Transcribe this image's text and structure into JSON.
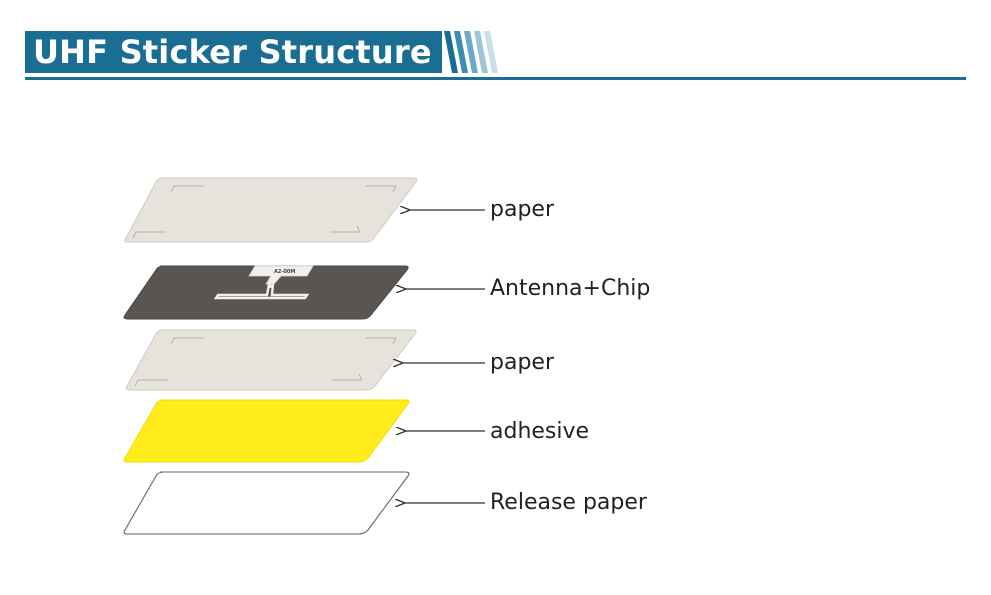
{
  "header": {
    "title": "UHF Sticker Structure",
    "accent_color": "#1a6e93"
  },
  "layers": [
    {
      "label": "paper",
      "kind": "paper",
      "color": "#e6e3dd"
    },
    {
      "label": "Antenna+Chip",
      "kind": "antenna",
      "color": "#5a5552",
      "chip_marking": "A2-00M"
    },
    {
      "label": "paper",
      "kind": "paper",
      "color": "#e6e3dd"
    },
    {
      "label": "adhesive",
      "kind": "adhesive",
      "color": "#ffec1a"
    },
    {
      "label": "Release paper",
      "kind": "release",
      "color": "#ffffff"
    }
  ]
}
